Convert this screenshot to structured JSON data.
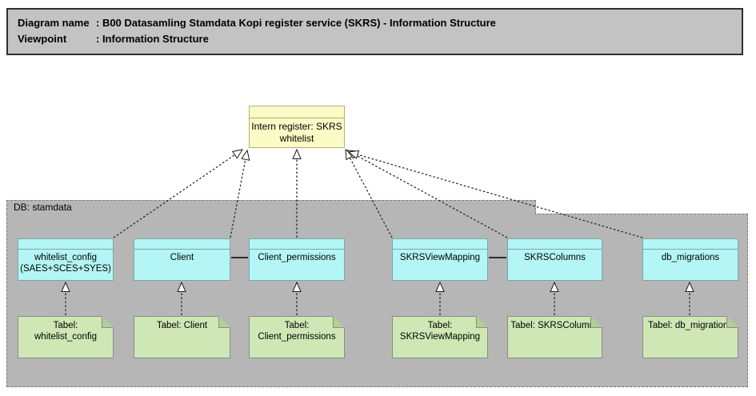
{
  "header": {
    "rows": [
      {
        "label": "Diagram name",
        "value": ": B00 Datasamling Stamdata Kopi register service (SKRS) - Information Structure"
      },
      {
        "label": "Viewpoint",
        "value": ": Information Structure"
      }
    ]
  },
  "register": {
    "label": "Intern register: SKRS\nwhitelist"
  },
  "group": {
    "label": "DB: stamdata"
  },
  "entities": [
    {
      "label": "whitelist_config\n(SAES+SCES+SYES)"
    },
    {
      "label": "Client"
    },
    {
      "label": "Client_permissions"
    },
    {
      "label": "SKRSViewMapping"
    },
    {
      "label": "SKRSColumns"
    },
    {
      "label": "db_migrations"
    }
  ],
  "tables": [
    {
      "label": "Tabel:\nwhitelist_config"
    },
    {
      "label": "Tabel: Client"
    },
    {
      "label": "Tabel:\nClient_permissions"
    },
    {
      "label": "Tabel:\nSKRSViewMapping"
    },
    {
      "label": "Tabel: SKRSColumns"
    },
    {
      "label": "Tabel: db_migrations"
    }
  ],
  "relations": {
    "realizations_to_register": [
      "whitelist_config (SAES+SCES+SYES)",
      "Client",
      "Client_permissions",
      "SKRSViewMapping",
      "SKRSColumns",
      "db_migrations"
    ],
    "realizations_tables_to_entities": [
      [
        "Tabel: whitelist_config",
        "whitelist_config (SAES+SCES+SYES)"
      ],
      [
        "Tabel: Client",
        "Client"
      ],
      [
        "Tabel: Client_permissions",
        "Client_permissions"
      ],
      [
        "Tabel: SKRSViewMapping",
        "SKRSViewMapping"
      ],
      [
        "Tabel: SKRSColumns",
        "SKRSColumns"
      ],
      [
        "Tabel: db_migrations",
        "db_migrations"
      ]
    ],
    "associations": [
      [
        "Client",
        "Client_permissions"
      ],
      [
        "SKRSViewMapping",
        "SKRSColumns"
      ]
    ]
  },
  "colors": {
    "register_fill": "#fcfac5",
    "entity_fill": "#b4f6f6",
    "table_fill": "#cfe7b5",
    "group_fill": "#b6b6b6",
    "header_fill": "#c3c3c3"
  }
}
